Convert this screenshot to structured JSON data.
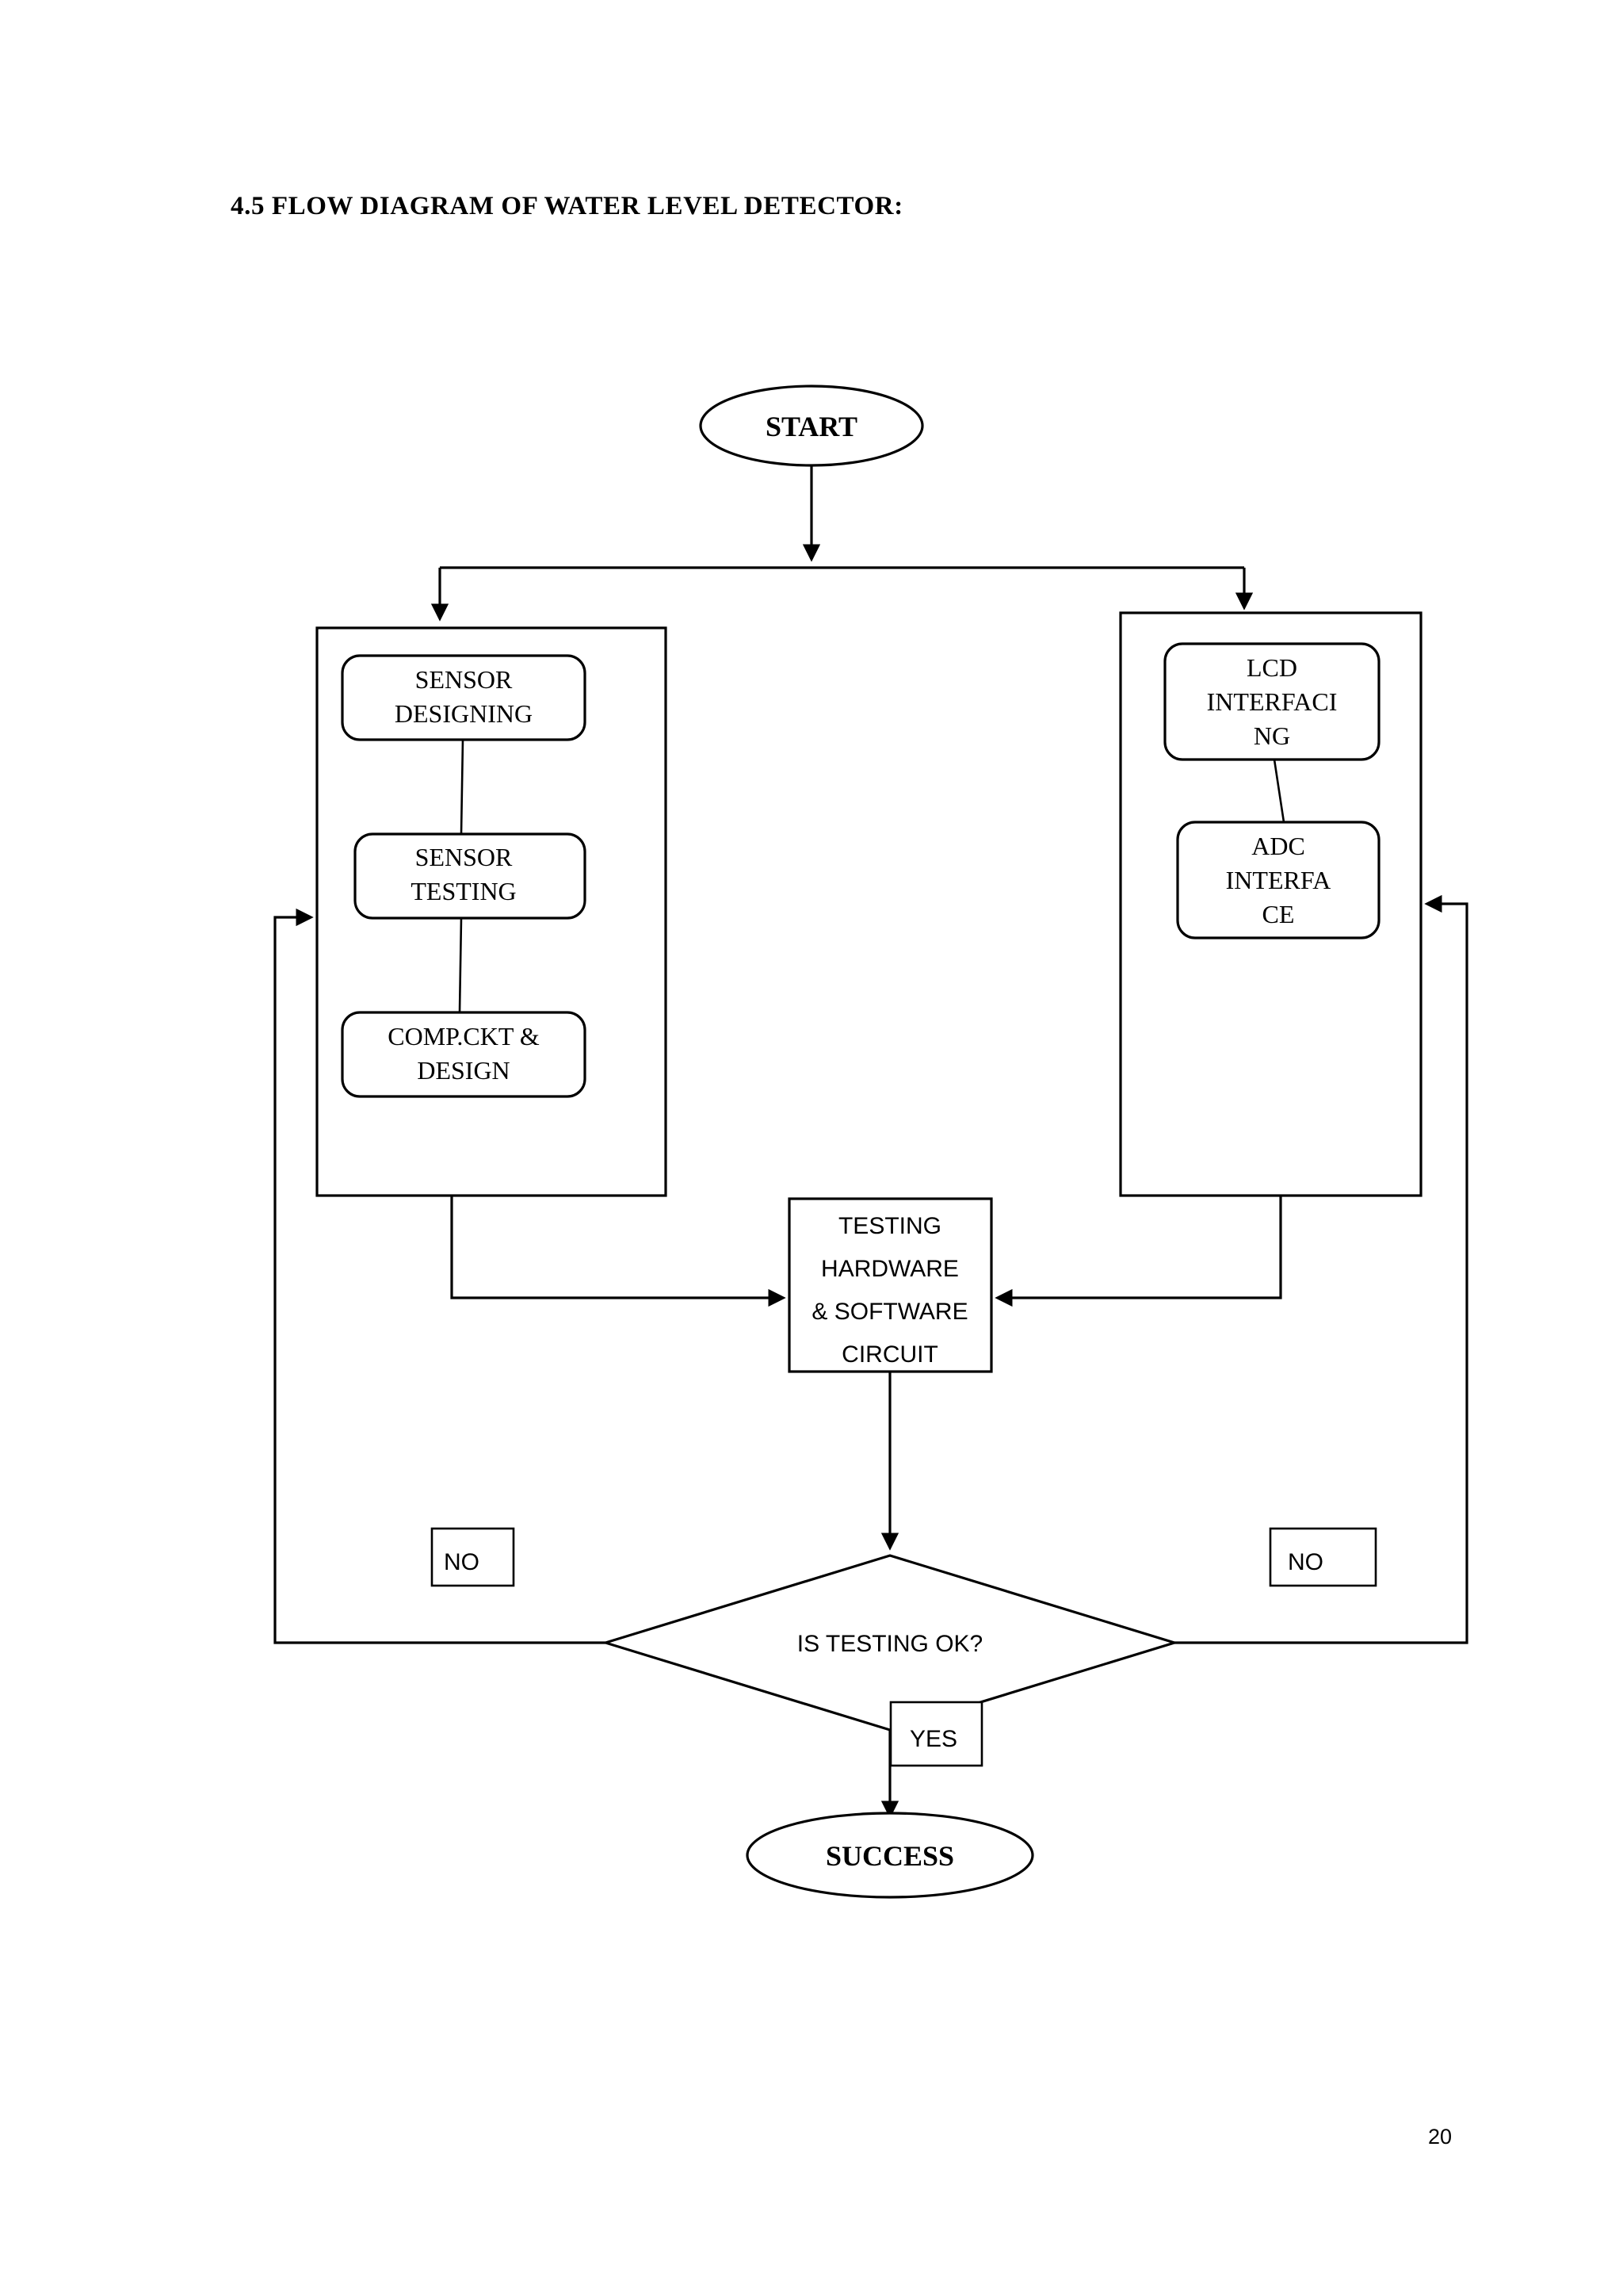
{
  "document": {
    "title": "4.5 FLOW DIAGRAM OF WATER LEVEL DETECTOR:",
    "page_number": "20"
  },
  "colors": {
    "stroke": "#000000",
    "fill": "#ffffff",
    "text": "#000000"
  },
  "chart_data": {
    "type": "diagram",
    "title": "4.5 FLOW DIAGRAM OF WATER LEVEL DETECTOR:",
    "nodes": [
      {
        "id": "start",
        "shape": "ellipse",
        "label": "START"
      },
      {
        "id": "sensor_designing",
        "shape": "rounded-rect",
        "label": "SENSOR DESIGNING"
      },
      {
        "id": "sensor_testing",
        "shape": "rounded-rect",
        "label": "SENSOR TESTING"
      },
      {
        "id": "comp_ckt_design",
        "shape": "rounded-rect",
        "label": "COMP.CKT & DESIGN"
      },
      {
        "id": "lcd_interfacing",
        "shape": "rounded-rect",
        "label": "LCD INTERFACI NG"
      },
      {
        "id": "adc_interface",
        "shape": "rounded-rect",
        "label": "ADC INTERFA CE"
      },
      {
        "id": "testing_hw_sw",
        "shape": "rect",
        "label": "TESTING HARDWARE & SOFTWARE CIRCUIT"
      },
      {
        "id": "is_testing_ok",
        "shape": "diamond",
        "label": "IS TESTING OK?"
      },
      {
        "id": "no_left",
        "shape": "rect",
        "label": "NO"
      },
      {
        "id": "no_right",
        "shape": "rect",
        "label": "NO"
      },
      {
        "id": "yes",
        "shape": "rect",
        "label": "YES"
      },
      {
        "id": "success",
        "shape": "ellipse",
        "label": "SUCCESS"
      }
    ],
    "edges": [
      {
        "from": "start",
        "to": "left_branch_container",
        "label": ""
      },
      {
        "from": "start",
        "to": "right_branch_container",
        "label": ""
      },
      {
        "from": "sensor_designing",
        "to": "sensor_testing",
        "label": ""
      },
      {
        "from": "sensor_testing",
        "to": "comp_ckt_design",
        "label": ""
      },
      {
        "from": "lcd_interfacing",
        "to": "adc_interface",
        "label": ""
      },
      {
        "from": "left_branch_container",
        "to": "testing_hw_sw",
        "label": ""
      },
      {
        "from": "right_branch_container",
        "to": "testing_hw_sw",
        "label": ""
      },
      {
        "from": "testing_hw_sw",
        "to": "is_testing_ok",
        "label": ""
      },
      {
        "from": "is_testing_ok",
        "to": "left_branch_container",
        "label": "NO"
      },
      {
        "from": "is_testing_ok",
        "to": "right_branch_container",
        "label": "NO"
      },
      {
        "from": "is_testing_ok",
        "to": "success",
        "label": "YES"
      }
    ]
  },
  "nodes": {
    "start": {
      "label": "START"
    },
    "sensor_designing": {
      "line1": "SENSOR",
      "line2": "DESIGNING"
    },
    "sensor_testing": {
      "line1": "SENSOR",
      "line2": "TESTING"
    },
    "comp_ckt_design": {
      "line1": "COMP.CKT &",
      "line2": "DESIGN"
    },
    "lcd_interfacing": {
      "line1": "LCD",
      "line2": "INTERFACI",
      "line3": "NG"
    },
    "adc_interface": {
      "line1": "ADC",
      "line2": "INTERFA",
      "line3": "CE"
    },
    "testing_hw_sw": {
      "line1": "TESTING",
      "line2": "HARDWARE",
      "line3": "& SOFTWARE",
      "line4": "CIRCUIT"
    },
    "decision": {
      "label": "IS TESTING OK?"
    },
    "no_left": {
      "label": "NO"
    },
    "no_right": {
      "label": "NO"
    },
    "yes": {
      "label": "YES"
    },
    "success": {
      "label": "SUCCESS"
    }
  }
}
